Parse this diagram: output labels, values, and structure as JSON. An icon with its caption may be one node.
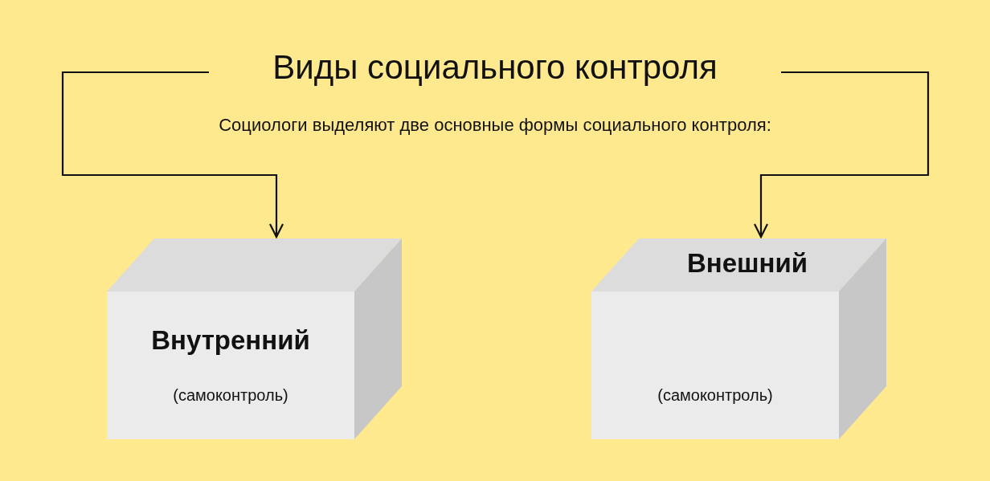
{
  "diagram": {
    "nodes": [
      {
        "text": [
          "Виды социального контроля"
        ]
      },
      {
        "text": [
          "Внутренний",
          "(самоконтроль)"
        ]
      },
      {
        "text": [
          "Внешний",
          "(самоконтроль)"
        ]
      }
    ],
    "edges": [
      {
        "from": 0,
        "to": 1,
        "arrow": "to"
      },
      {
        "from": 0,
        "to": 2,
        "arrow": "to"
      }
    ],
    "labels": [
      "Социологи выделяют две основные формы социального контроля:"
    ]
  }
}
